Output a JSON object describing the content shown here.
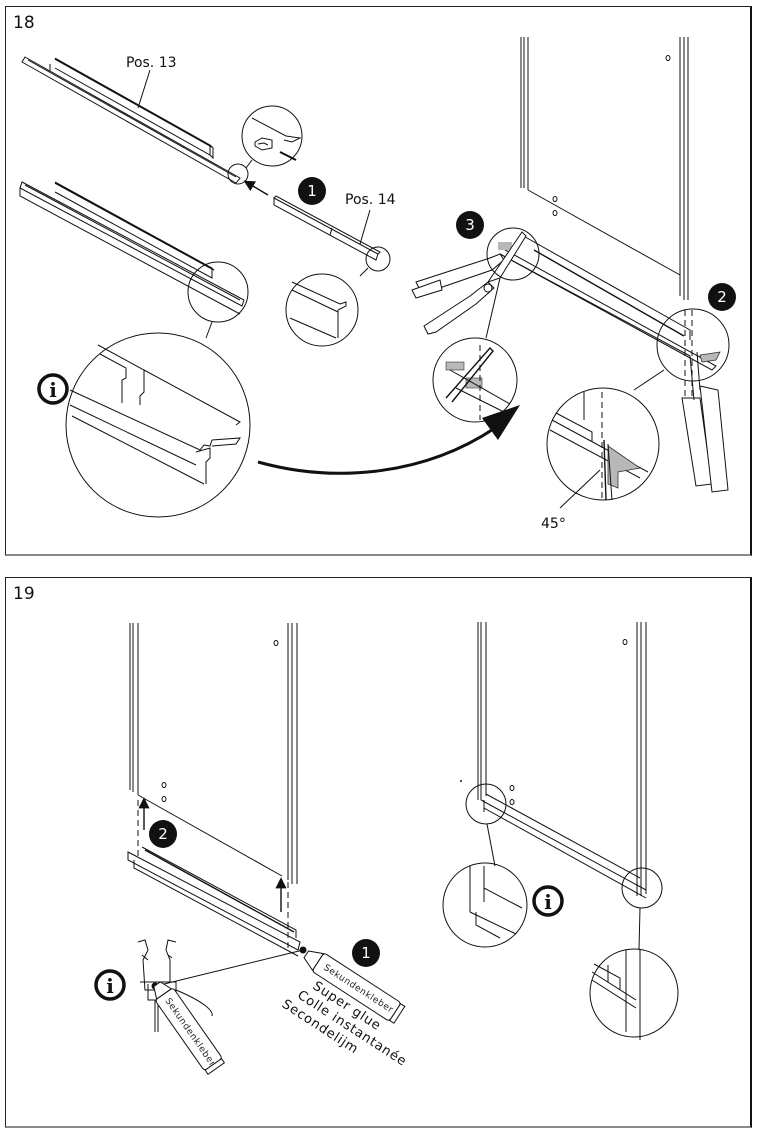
{
  "document": {
    "type": "assembly-instructions"
  },
  "steps": [
    {
      "number": "18",
      "labels": {
        "part_a": "Pos. 13",
        "part_b": "Pos. 14",
        "angle": "45°"
      },
      "badges": [
        "1",
        "2",
        "3"
      ],
      "info_icon": "info-icon"
    },
    {
      "number": "19",
      "labels": {
        "tube_label_1": "Sekundenkleber",
        "tube_label_2": "Sekundenkleber",
        "glue_en": "Super glue",
        "glue_fr": "Colle instantanée",
        "glue_nl": "Secondelijm"
      },
      "badges": [
        "1",
        "2"
      ],
      "info_icon": "info-icon"
    }
  ],
  "colors": {
    "line": "#111111",
    "shade": "#b8b8b8",
    "panel_border": "#222222"
  }
}
